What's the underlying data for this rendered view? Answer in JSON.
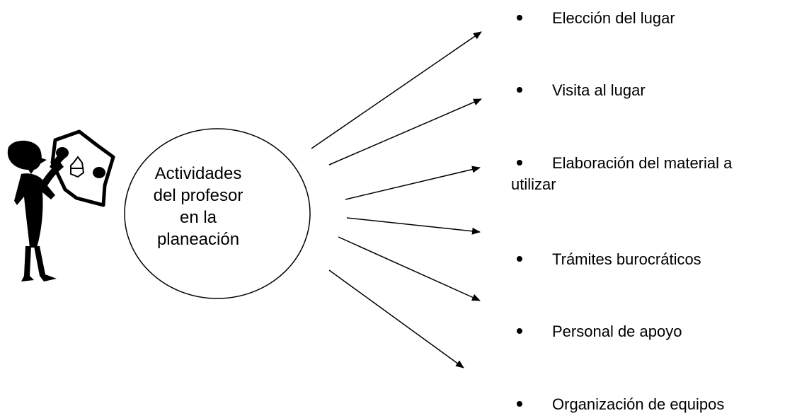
{
  "center": {
    "lines": [
      "Actividades",
      "del profesor",
      "en la",
      "planeación"
    ]
  },
  "items": [
    {
      "label": "Elección del lugar"
    },
    {
      "label": "Visita al lugar"
    },
    {
      "label": "Elaboración del material a",
      "continuation": "utilizar"
    },
    {
      "label": "Trámites burocráticos"
    },
    {
      "label": "Personal de apoyo"
    },
    {
      "label": "Organización de equipos"
    }
  ],
  "colors": {
    "stroke": "#000000",
    "background": "#ffffff"
  }
}
